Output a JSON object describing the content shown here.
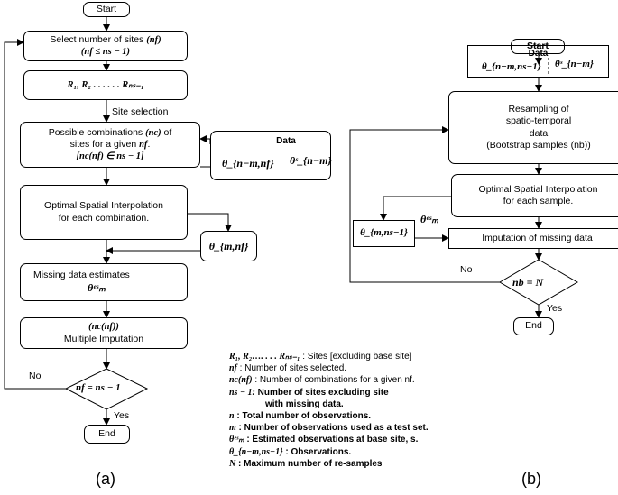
{
  "panel_a": {
    "caption": "(a)",
    "start": "Start",
    "select_sites": {
      "text": "Select number of sites",
      "math1": "(nf)",
      "math2": "(nf  ≤ ns − 1)"
    },
    "r_list": "R₁, R₂ . . . . . . Rₙₛ₋₁",
    "site_selection": "Site selection",
    "combinations": {
      "line1_a": "Possible combinations",
      "line1_math": "(nc)",
      "line1_b": "of",
      "line2_a": "sites for a given",
      "line2_math": "nf",
      "line3": "[nc(nf) ∈ ns − 1]"
    },
    "data_box": {
      "title": "Data",
      "left": "θ_{n−m,nf}",
      "right": "θˢ_{n−m}"
    },
    "osi": {
      "line1": "Optimal Spatial Interpolation",
      "line2": "for each combination."
    },
    "theta_mnf": "θ_{m,nf}",
    "missing": {
      "line1": "Missing data estimates",
      "math": "θᵉˢₘ"
    },
    "multiple": {
      "math": "(nc(nf))",
      "line2": "Multiple Imputation"
    },
    "decision": "nf = ns − 1",
    "no": "No",
    "yes": "Yes",
    "end": "End"
  },
  "panel_b": {
    "caption": "(b)",
    "start": "Start",
    "data_box": {
      "title": "Data",
      "left": "θ_{n−m,ns−1}",
      "right": "θˢ_{n−m}"
    },
    "resampling": {
      "line1": "Resampling of",
      "line2": "spatio-temporal",
      "line3": "data",
      "line4": "(Bootstrap samples (nb))"
    },
    "osi": {
      "line1": "Optimal Spatial Interpolation",
      "line2": "for each sample."
    },
    "theta_mns": "θ_{m,ns−1}",
    "theta_es": "θᵉˢₘ",
    "imputation": "Imputation of missing data",
    "decision": "nb = N",
    "no": "No",
    "yes": "Yes",
    "end": "End"
  },
  "legend": [
    {
      "math": "R₁, R₂…. . . .  Rₙₛ₋₁",
      "text": " : Sites [excluding base site]"
    },
    {
      "math": "nf",
      "text": " : Number of sites selected."
    },
    {
      "math": "nc(nf)",
      "text": " : Number of combinations for a given nf."
    },
    {
      "math": "ns − 1:",
      "text": "  Number of sites excluding site"
    },
    {
      "math": "",
      "text": "with missing data."
    },
    {
      "math": "n",
      "text": " : Total number of observations."
    },
    {
      "math": "m",
      "text": " : Number of observations used as a test set."
    },
    {
      "math": "θᵉˢₘ",
      "text": " : Estimated observations at base site, s."
    },
    {
      "math": "θ_{n−m,ns−1}",
      "text": " : Observations."
    },
    {
      "math": "N",
      "text": " :  Maximum number of re-samples"
    }
  ]
}
